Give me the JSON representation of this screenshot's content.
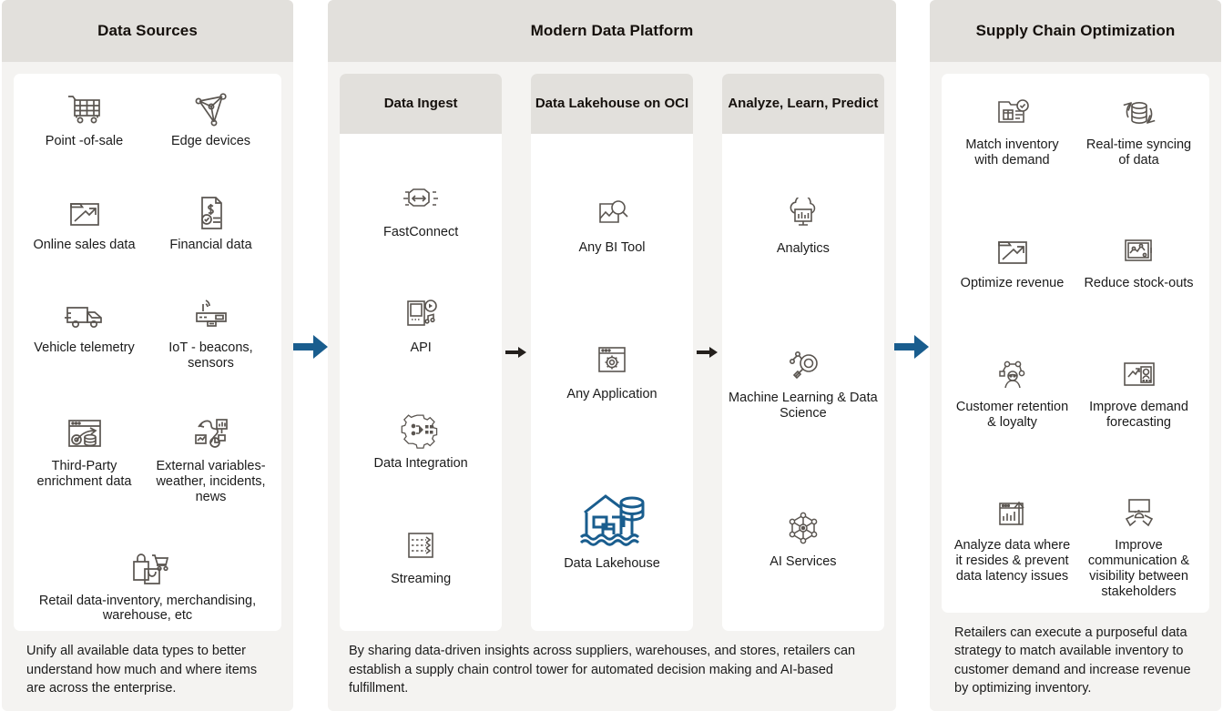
{
  "colors": {
    "header_bg": "#e2e0dc",
    "panel_bg": "#f4f3f1",
    "card_bg": "#ffffff",
    "icon_gray": "#5a5550",
    "accent_blue": "#195d8e",
    "text": "#1b1b1b"
  },
  "arrows": {
    "big_1": "arrow-right-blue",
    "big_2": "arrow-right-blue",
    "mini_1": "arrow-right-small",
    "mini_2": "arrow-right-small"
  },
  "columns": [
    {
      "id": "data-sources",
      "title": "Data Sources",
      "items": [
        {
          "label": "Point -of-sale",
          "icon": "shopping-cart-icon",
          "wide": false
        },
        {
          "label": "Edge devices",
          "icon": "edge-network-icon",
          "wide": false
        },
        {
          "label": "Online sales data",
          "icon": "folder-trend-up-icon",
          "wide": false
        },
        {
          "label": "Financial data",
          "icon": "dollar-document-icon",
          "wide": false
        },
        {
          "label": "Vehicle telemetry",
          "icon": "delivery-van-icon",
          "wide": false
        },
        {
          "label": "IoT - beacons, sensors",
          "icon": "iot-sensor-icon",
          "wide": false
        },
        {
          "label": "Third-Party enrichment data",
          "icon": "browser-gear-database-icon",
          "wide": false
        },
        {
          "label": "External variables-weather, incidents, news",
          "icon": "external-variables-icon",
          "wide": false
        },
        {
          "label": "Retail data-inventory, merchandising, warehouse, etc",
          "icon": "retail-bag-cart-icon",
          "wide": true
        }
      ],
      "caption": "Unify all available data types to better understand how much and where items are across the enterprise."
    },
    {
      "id": "modern-data-platform",
      "title": "Modern Data Platform",
      "subcolumns": [
        {
          "id": "data-ingest",
          "title": "Data Ingest",
          "items": [
            {
              "label": "FastConnect",
              "icon": "fastconnect-icon"
            },
            {
              "label": "API",
              "icon": "api-device-icon"
            },
            {
              "label": "Data Integration",
              "icon": "gear-integration-icon"
            },
            {
              "label": "Streaming",
              "icon": "streaming-arrows-icon"
            }
          ]
        },
        {
          "id": "data-lakehouse-on-oci",
          "title": "Data Lakehouse on OCI",
          "items": [
            {
              "label": "Any BI Tool",
              "icon": "bi-chart-magnifier-icon"
            },
            {
              "label": "Any Application",
              "icon": "browser-gear-icon"
            },
            {
              "label": "Data Lakehouse",
              "icon": "lakehouse-icon",
              "accent": true
            }
          ]
        },
        {
          "id": "analyze-learn-predict",
          "title": "Analyze, Learn, Predict",
          "items": [
            {
              "label": "Analytics",
              "icon": "cloud-analytics-icon"
            },
            {
              "label": "Machine Learning & Data Science",
              "icon": "ml-magnifier-icon"
            },
            {
              "label": "AI Services",
              "icon": "ai-network-icon"
            }
          ]
        }
      ],
      "caption": "By sharing data-driven insights across suppliers, warehouses, and stores, retailers can establish a supply chain control tower for automated decision making and AI-based fulfillment."
    },
    {
      "id": "supply-chain-optimization",
      "title": "Supply Chain Optimization",
      "items": [
        {
          "label": "Match inventory with demand",
          "icon": "inventory-check-icon",
          "wide": false
        },
        {
          "label": "Real-time syncing of data",
          "icon": "database-sync-icon",
          "wide": false
        },
        {
          "label": "Optimize revenue",
          "icon": "folder-trend-up-icon",
          "wide": false
        },
        {
          "label": "Reduce stock-outs",
          "icon": "line-chart-monitor-icon",
          "wide": false
        },
        {
          "label": "Customer retention & loyalty",
          "icon": "customer-network-icon",
          "wide": false
        },
        {
          "label": "Improve demand forecasting",
          "icon": "forecast-person-icon",
          "wide": false
        },
        {
          "label": "Analyze data where it resides & prevent data latency issues",
          "icon": "bar-chart-growth-icon",
          "wide": false
        },
        {
          "label": "Improve communication & visibility between stakeholders",
          "icon": "presentation-collab-icon",
          "wide": false
        }
      ],
      "caption": "Retailers can execute a purposeful data strategy to match available inventory to customer demand and increase revenue by optimizing inventory."
    }
  ]
}
